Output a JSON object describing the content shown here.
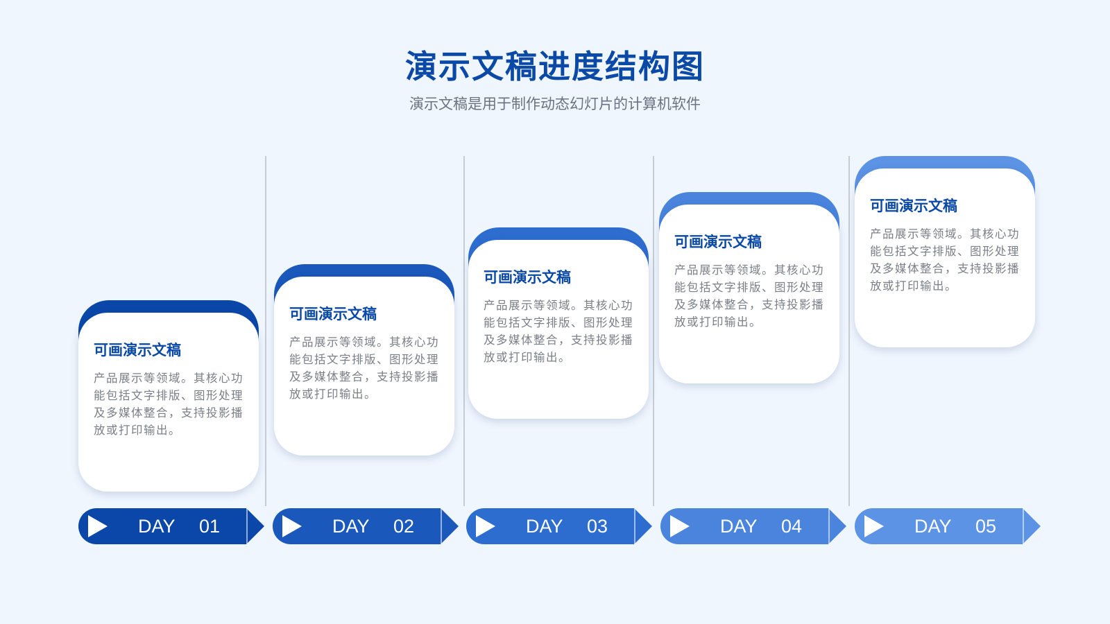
{
  "header": {
    "title": "演示文稿进度结构图",
    "subtitle": "演示文稿是用于制作动态幻灯片的计算机软件"
  },
  "steps": [
    {
      "title": "可画演示文稿",
      "text": "产品展示等领域。其核心功能包括文字排版、图形处理及多媒体整合，支持投影播放或打印输出。",
      "day": "DAY  01",
      "color": "#0a47a8"
    },
    {
      "title": "可画演示文稿",
      "text": "产品展示等领域。其核心功能包括文字排版、图形处理及多媒体整合，支持投影播放或打印输出。",
      "day": "DAY  02",
      "color": "#1a58bb"
    },
    {
      "title": "可画演示文稿",
      "text": "产品展示等领域。其核心功能包括文字排版、图形处理及多媒体整合，支持投影播放或打印输出。",
      "day": "DAY  03",
      "color": "#2e6dd0"
    },
    {
      "title": "可画演示文稿",
      "text": "产品展示等领域。其核心功能包括文字排版、图形处理及多媒体整合，支持投影播放或打印输出。",
      "day": "DAY  04",
      "color": "#4a84dd"
    },
    {
      "title": "可画演示文稿",
      "text": "产品展示等领域。其核心功能包括文字排版、图形处理及多媒体整合，支持投影播放或打印输出。",
      "day": "DAY  05",
      "color": "#5c93e4"
    }
  ]
}
